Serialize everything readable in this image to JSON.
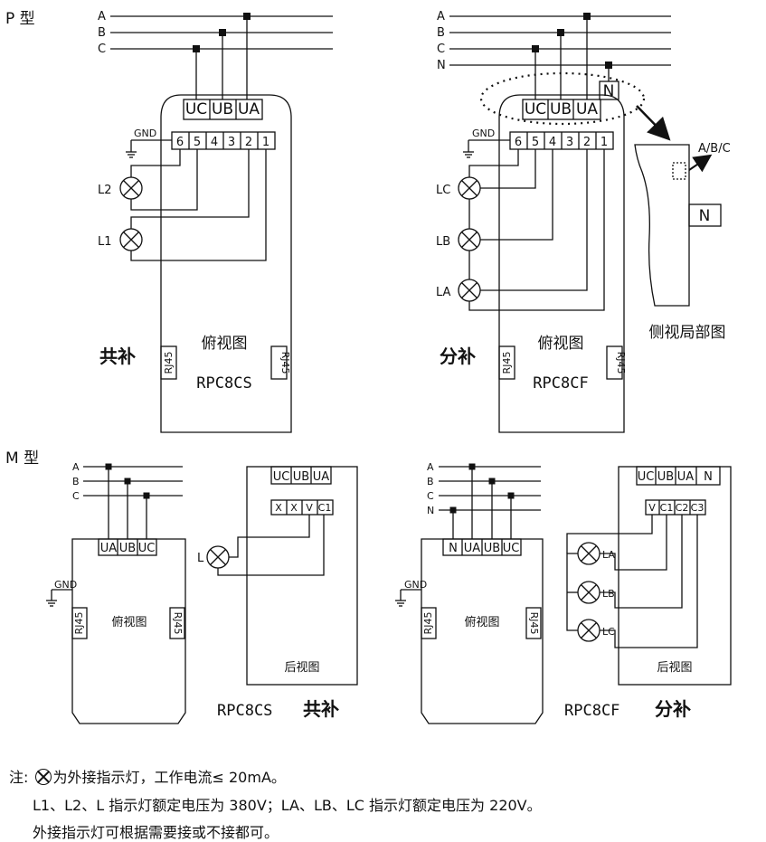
{
  "sections": {
    "p_type": "P 型",
    "m_type": "M 型"
  },
  "phases": {
    "a": "A",
    "b": "B",
    "c": "C",
    "n": "N"
  },
  "terminals": {
    "uc": "UC",
    "ub": "UB",
    "ua": "UA",
    "n": "N",
    "nums": [
      "6",
      "5",
      "4",
      "3",
      "2",
      "1"
    ],
    "x": "X",
    "v": "V",
    "c1": "C1",
    "c2": "C2",
    "c3": "C3",
    "rj45": "RJ45"
  },
  "labels": {
    "gnd": "GND",
    "top_view": "俯视图",
    "rear_view": "后视图",
    "side_view": "侧视局部图",
    "abc": "A/B/C",
    "common": "共补",
    "split": "分补",
    "l1": "L1",
    "l2": "L2",
    "l": "L",
    "la": "LA",
    "lb": "LB",
    "lc": "LC"
  },
  "models": {
    "cs": "RPC8CS",
    "cf": "RPC8CF"
  },
  "notes": {
    "line1_prefix": "注:",
    "line1_rest": "为外接指示灯，工作电流≤ 20mA。",
    "line2": "L1、L2、L 指示灯额定电压为 380V；LA、LB、LC 指示灯额定电压为 220V。",
    "line3": "外接指示灯可根据需要接或不接都可。"
  }
}
